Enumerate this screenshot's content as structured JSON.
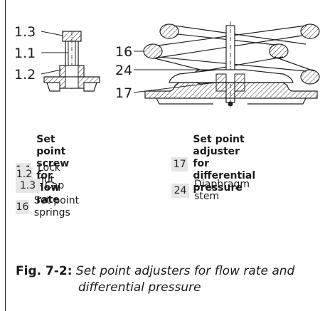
{
  "callouts": {
    "c13": "1.3",
    "c11": "1.1",
    "c12": "1.2",
    "c16": "16",
    "c24": "24",
    "c17": "17"
  },
  "legend": [
    {
      "num": "1.1",
      "text_lines": [
        "Set point screw for",
        "flow rate"
      ],
      "bold": true
    },
    {
      "num": "1.2",
      "text_lines": [
        "Lock nut"
      ],
      "bold": false
    },
    {
      "num": "1.3",
      "text_lines": [
        "Cap"
      ],
      "bold": false
    },
    {
      "num": "16",
      "text_lines": [
        "Set point springs"
      ],
      "bold": false
    },
    {
      "num": "17",
      "text_lines": [
        "Set point adjuster",
        "for differential",
        "pressure"
      ],
      "bold": true
    },
    {
      "num": "24",
      "text_lines": [
        "Diaphragm stem"
      ],
      "bold": false
    }
  ],
  "caption": {
    "fig": "Fig. 7-2:",
    "desc_line1": "Set point adjusters for flow rate and",
    "desc_line2": "differential pressure"
  }
}
